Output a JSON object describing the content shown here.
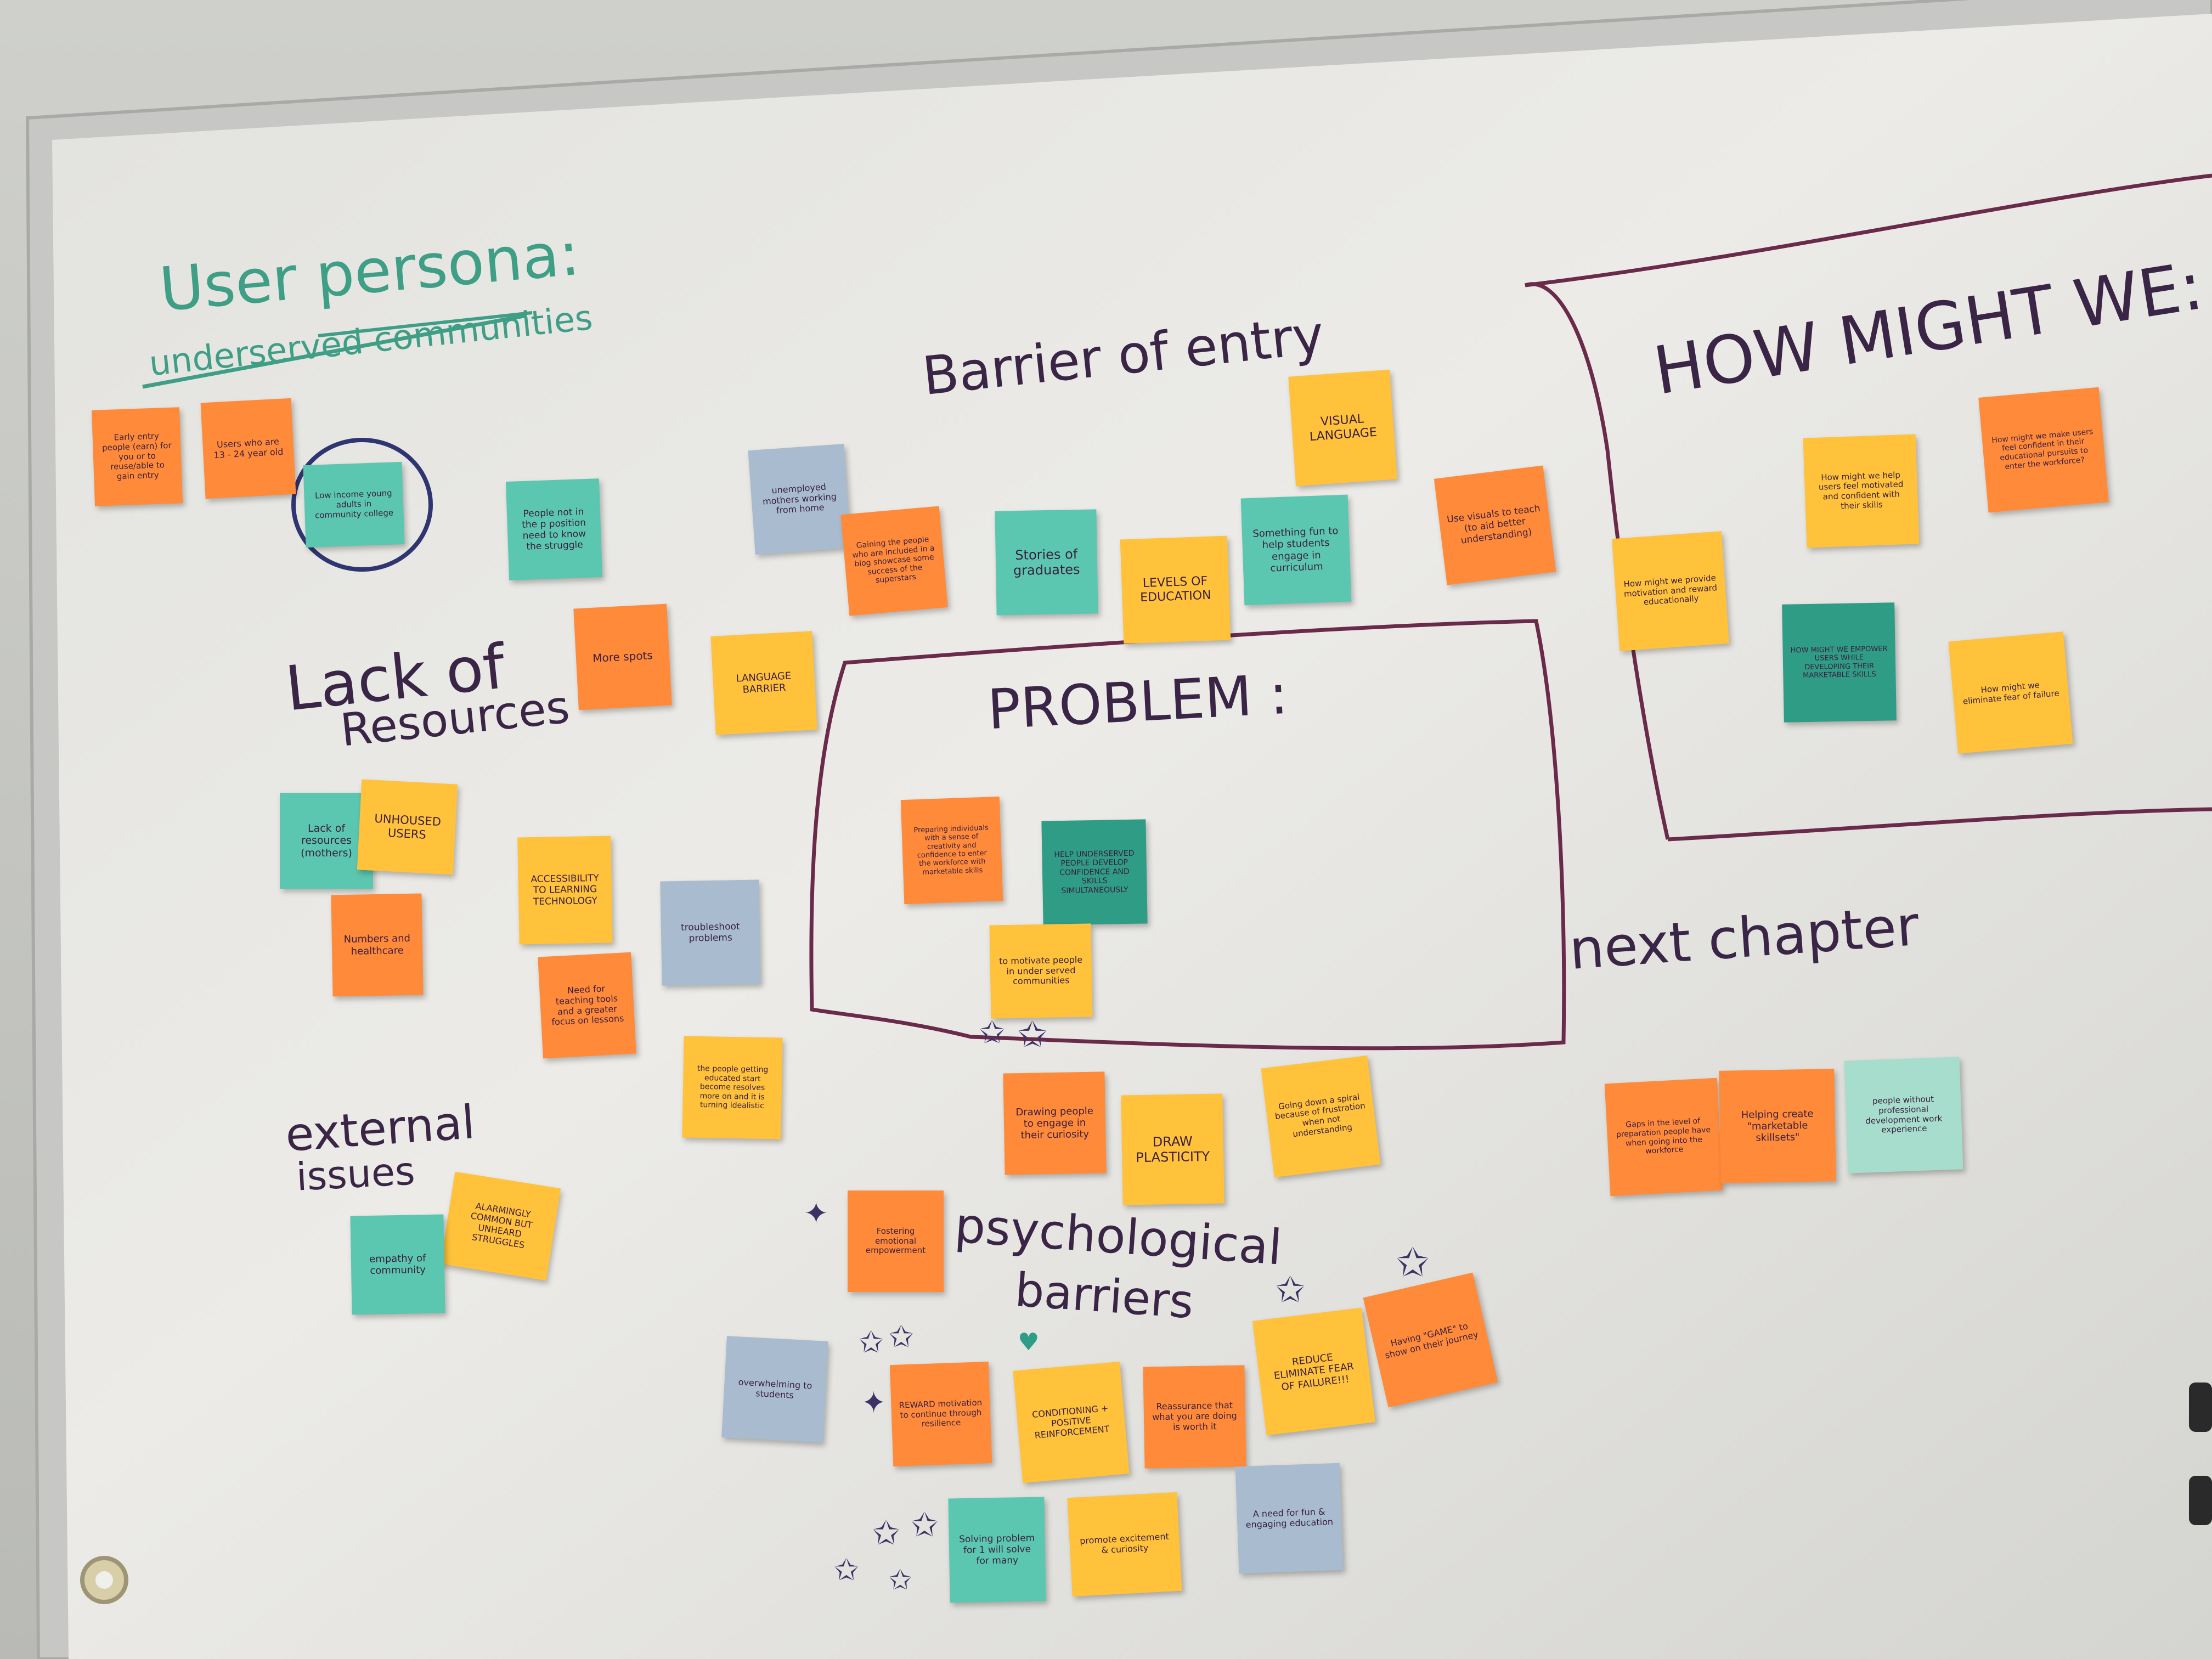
{
  "headings": {
    "user_persona": "User persona:",
    "underserved": "underserved communities",
    "barrier_of_entry": "Barrier of entry",
    "how_might_we": "HOW MIGHT WE:",
    "lack_of": "Lack of",
    "resources": "Resources",
    "problem": "PROBLEM :",
    "next_chapter": "next chapter",
    "external": "external",
    "issues": "issues",
    "psychological": "psychological",
    "barriers": "barriers"
  },
  "notes": {
    "n01": "Early entry people (earn) for you or to reuse/able to gain entry",
    "n02": "Users who are 13 - 24 year old",
    "n03": "Low income young adults in community college",
    "n04": "People not in the p position need to know the struggle",
    "n05": "unemployed mothers working from home",
    "n06": "Gaining the people who are included in a blog showcase some success of the superstars",
    "n07": "Stories of graduates",
    "n08": "LEVELS OF EDUCATION",
    "n09": "VISUAL LANGUAGE",
    "n10": "Something fun to help students engage in curriculum",
    "n11": "Use visuals to teach (to aid better understanding)",
    "n12": "More spots",
    "n13": "LANGUAGE BARRIER",
    "n14": "Preparing individuals with a sense of creativity and confidence to enter the workforce with marketable skills",
    "n15": "HELP UNDERSERVED PEOPLE DEVELOP CONFIDENCE AND SKILLS SIMULTANEOUSLY",
    "n16": "to motivate people in under served communities",
    "n17": "Lack of resources (mothers)",
    "n18": "UNHOUSED USERS",
    "n19": "ACCESSIBILITY TO LEARNING TECHNOLOGY",
    "n20": "troubleshoot problems",
    "n21": "Numbers and healthcare",
    "n22": "Need for teaching tools and a greater focus on lessons",
    "n23": "the people getting educated start become resolves more on and it is turning idealistic",
    "n24": "Drawing people to engage in their curiosity",
    "n25": "DRAW PLASTICITY",
    "n26": "Going down a spiral because of frustration when not understanding",
    "n27": "Fostering emotional empowerment",
    "n28": "ALARMINGLY COMMON BUT UNHEARD STRUGGLES",
    "n29": "empathy of community",
    "n30": "overwhelming to students",
    "n31": "REWARD motivation to continue through resilience",
    "n32": "CONDITIONING + POSITIVE REINFORCEMENT",
    "n33": "Reassurance that what you are doing is worth it",
    "n34": "REDUCE ELIMINATE FEAR OF FAILURE!!!",
    "n35": "Having \"GAME\" to show on their journey",
    "n36": "Solving problem for 1 will solve for many",
    "n37": "promote excitement & curiosity",
    "n38": "A need for fun & engaging education",
    "n39": "How might we help users feel motivated and confident with their skills",
    "n40": "How might we make users feel confident in their educational pursuits to enter the workforce?",
    "n41": "How might we provide motivation and reward educationally",
    "n42": "HOW MIGHT WE EMPOWER USERS WHILE DEVELOPING THEIR MARKETABLE SKILLS",
    "n43": "How might we eliminate fear of failure",
    "n44": "Gaps in the level of preparation people have when going into the workforce",
    "n45": "Helping create \"marketable skillsets\"",
    "n46": "people without professional development work experience"
  },
  "colors": {
    "orange": "#ff8a3a",
    "yellow": "#ffc23a",
    "teal": "#5cc7b0",
    "dark_teal": "#2f9c86",
    "blue_gray": "#a8bbcf",
    "light_teal": "#a7ddcc",
    "teal_marker": "#3f9e86",
    "purple_marker": "#3a2546"
  }
}
